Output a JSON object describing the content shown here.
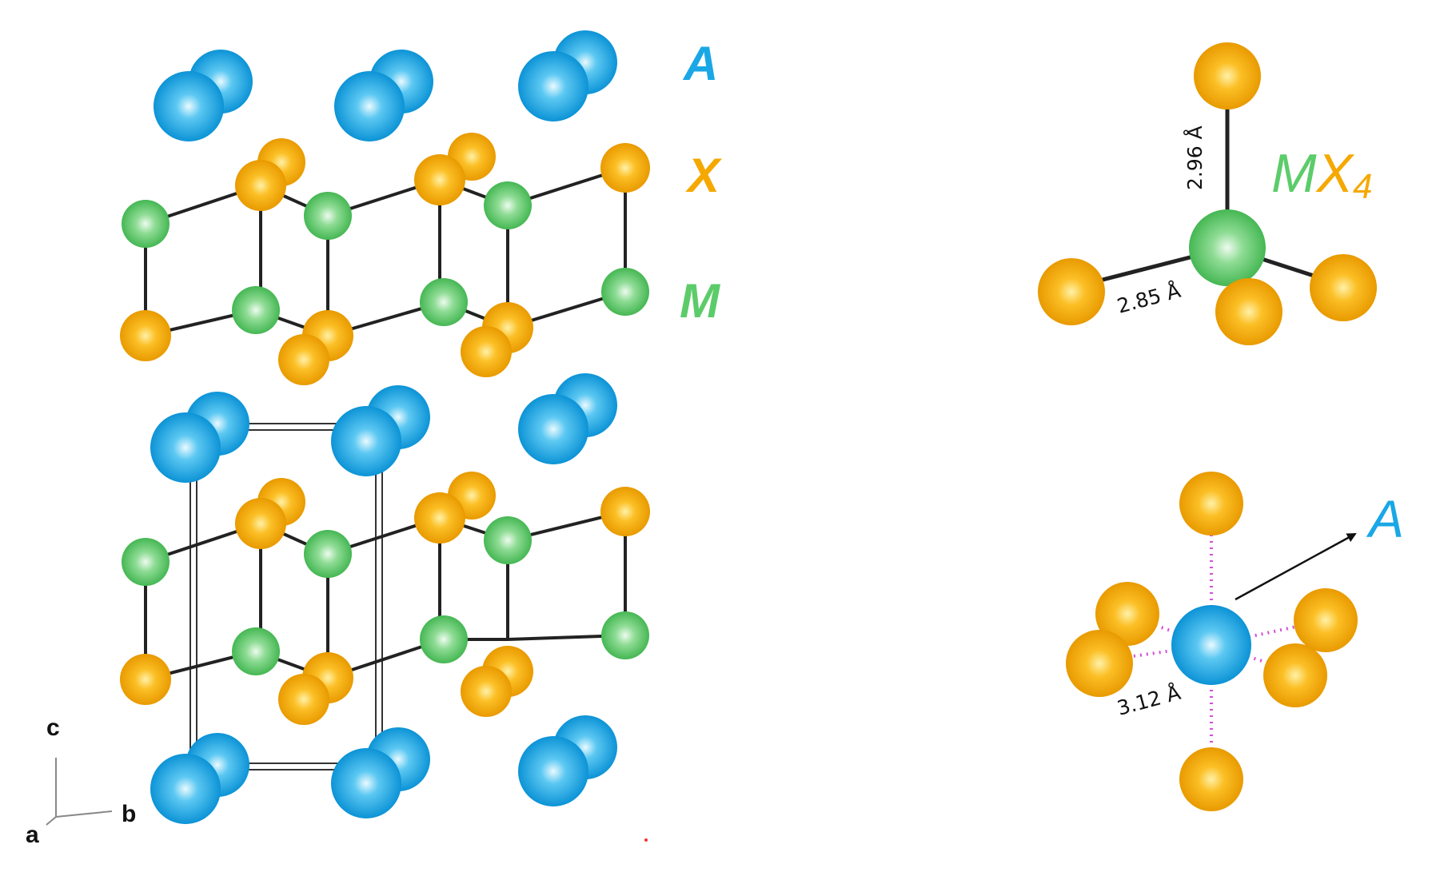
{
  "legend": {
    "A": "A",
    "X": "X",
    "M": "M"
  },
  "tetrahedron": {
    "formula_main": "MX",
    "formula_sub": "4",
    "dist_vertical": "2.96 Å",
    "dist_basal": "2.85 Å"
  },
  "a_site": {
    "label": "A",
    "dist": "3.12 Å"
  },
  "axes": {
    "c": "c",
    "b": "b",
    "a": "a"
  },
  "colors": {
    "A": "#1aa7e6",
    "X": "#f5a800",
    "M": "#5ccc6a",
    "bond": "#222222",
    "contact": "#d64fd6"
  }
}
